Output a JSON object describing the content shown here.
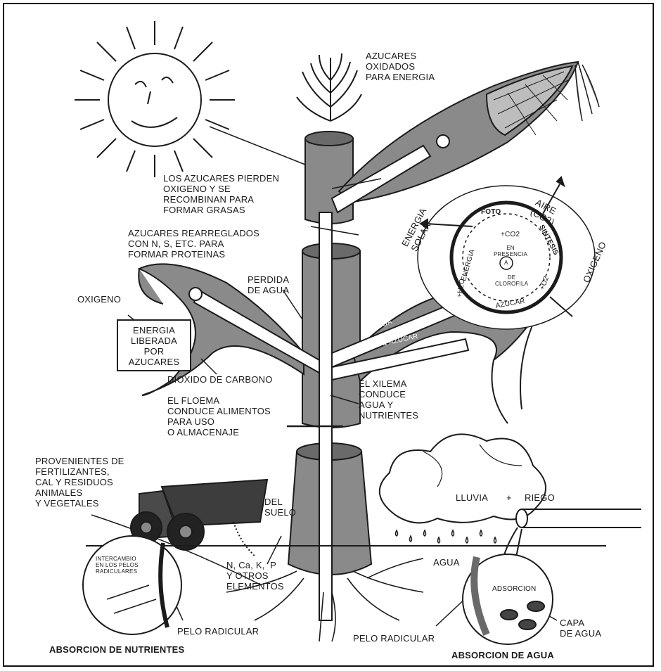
{
  "labels": {
    "azucares_oxidados": "AZUCARES\nOXIDADOS\nPARA ENERGIA",
    "pierden_oxigeno": "LOS AZUCARES PIERDEN\nOXIGENO Y SE\nRECOMBINAN PARA\nFORMAR GRASAS",
    "rearreglados": "AZUCARES REARREGLADOS\nCON N, S, ETC. PARA\nFORMAR PROTEINAS",
    "perdida_agua": "PERDIDA\nDE AGUA",
    "oxigeno_left": "OXIGENO",
    "energia_liberada": "ENERGIA\nLIBERADA\nPOR\nAZUCARES",
    "dioxido": "DIOXIDO DE CARBONO",
    "floema": "EL FLOEMA\nCONDUCE ALIMENTOS\nPARA USO\nO ALMACENAJE",
    "xilema": "EL XILEMA\nCONDUCE\nAGUA Y\nNUTRIENTES",
    "agua_tube": "AGUA",
    "almidon": "ALMIDON & AZUCAR",
    "aire": "AIRE\n(CO2)",
    "energia_solar": "ENERGIA\nSOLAR",
    "oxigeno_right": "OXIGENO",
    "foto": "FOTO",
    "sintesis": "SINTESIS",
    "ring_energia": "ENERGIA",
    "ring_co2": "+CO2",
    "ring_h2o": "+H2O",
    "ring_azucar": "AZUCAR",
    "ring_o2": "+O2",
    "en_presencia": "EN\nPRESENCIA",
    "de_clorofila": "DE\nCLOROFILA",
    "a_marker": "A",
    "provenientes": "PROVENIENTES DE\nFERTILIZANTES,\nCAL Y RESIDUOS\nANIMALES\nY VEGETALES",
    "del_suelo": "DEL\nSUELO",
    "elementos": "N, Ca, K,  P\nY OTROS\nELEMENTOS",
    "lluvia": "LLUVIA",
    "plus": "+",
    "riego": "RIEGO",
    "agua_soil": "AGUA",
    "intercambio": "INTERCAMBIO\nEN LOS PELOS\nRADICULARES",
    "pelo_left": "PELO RADICULAR",
    "pelo_right": "PELO RADICULAR",
    "adsorcion": "ADSORCION",
    "capa_agua": "CAPA\nDE AGUA",
    "absorcion_nutrientes": "ABSORCION DE NUTRIENTES",
    "absorcion_agua": "ABSORCION DE AGUA"
  },
  "colors": {
    "ink": "#1b1b1b",
    "plant_fill": "#8a8a8a",
    "plant_dark": "#5f5f5f",
    "paper": "#ffffff"
  }
}
